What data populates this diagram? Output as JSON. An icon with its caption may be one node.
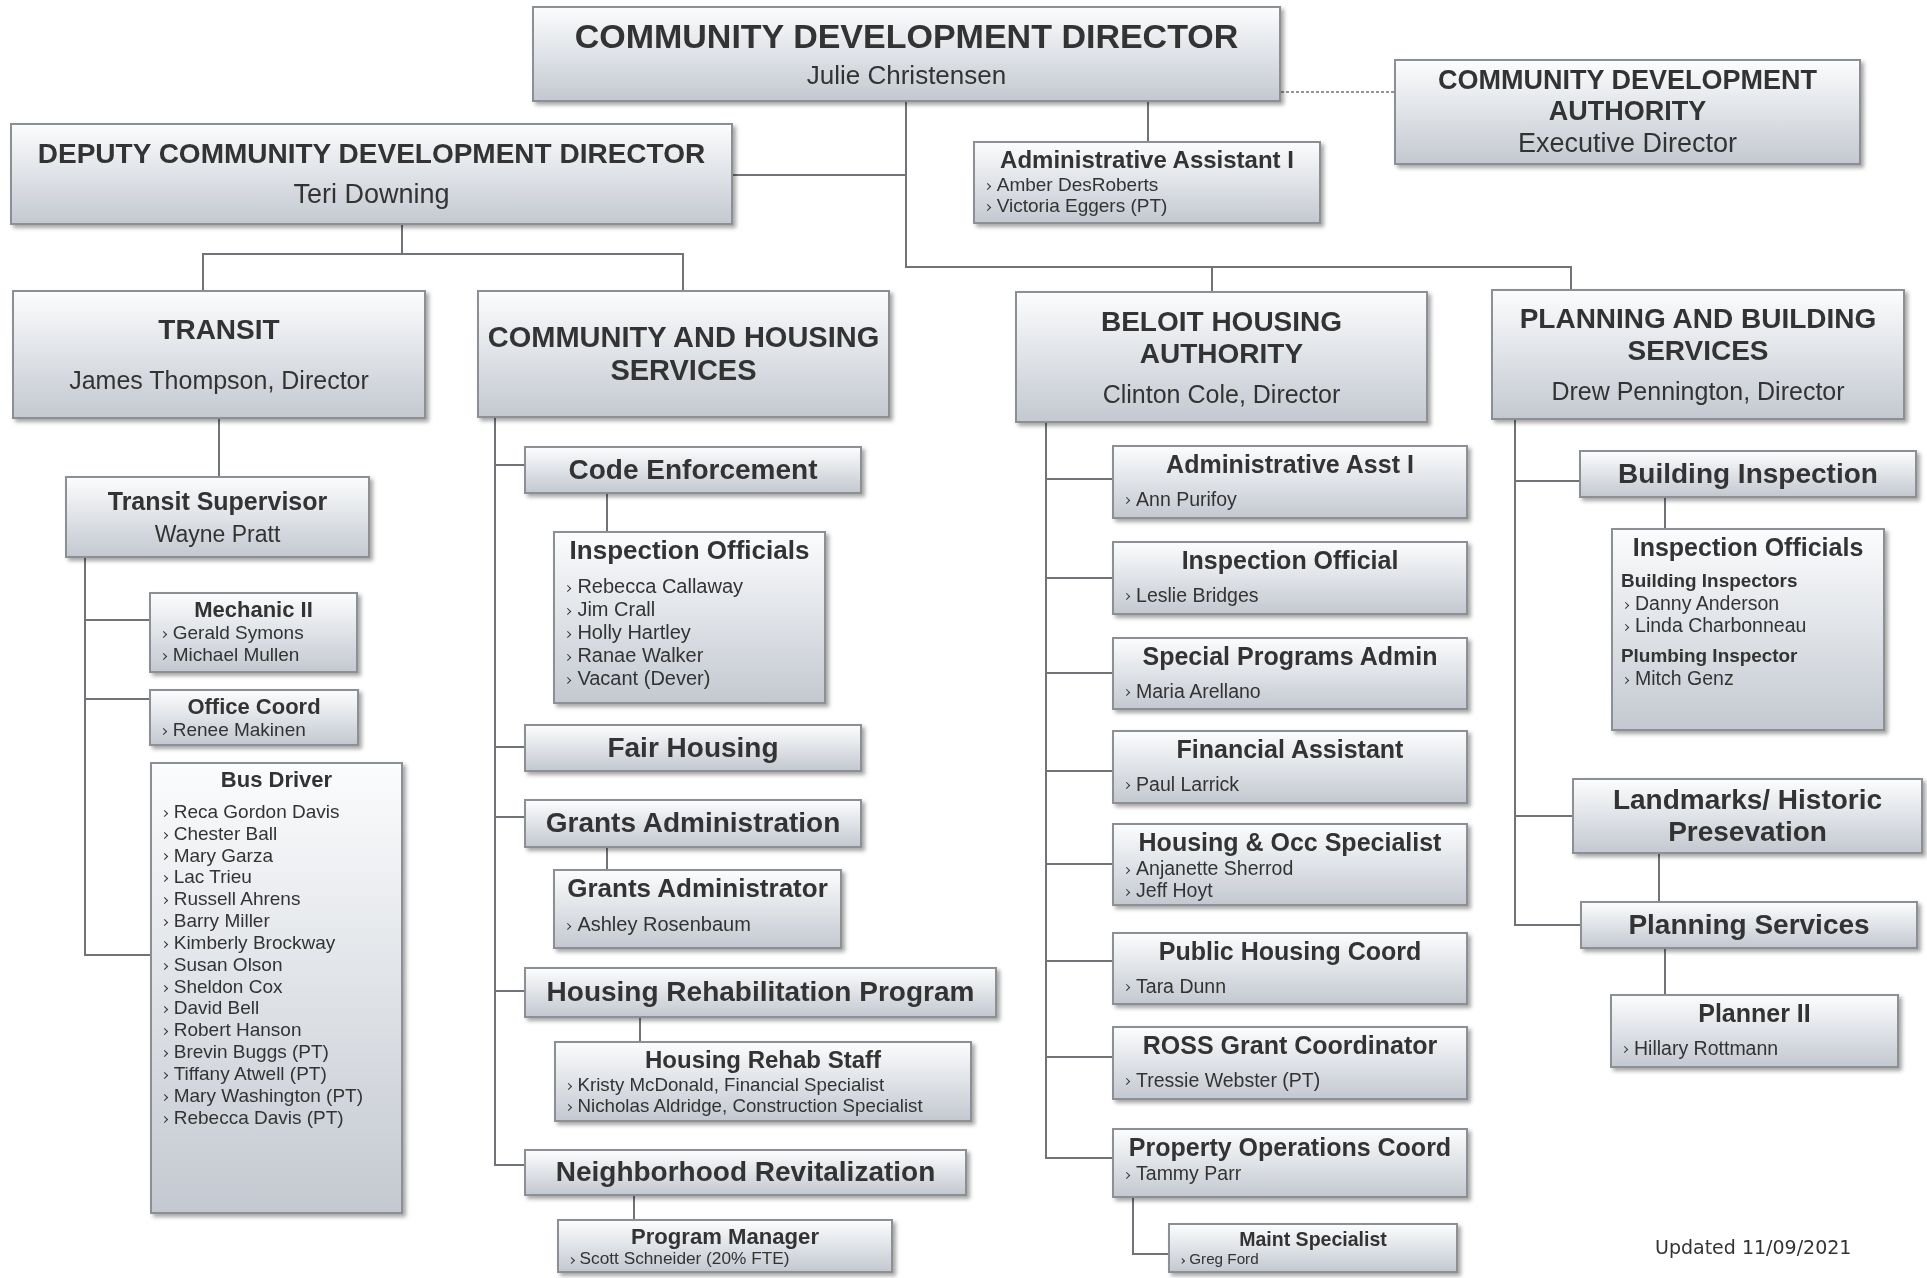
{
  "diagram": {
    "nodes": [
      {
        "text": [
          "COMMUNITY DEVELOPMENT DIRECTOR",
          "Julie Christensen"
        ]
      },
      {
        "text": [
          "COMMUNITY DEVELOPMENT AUTHORITY",
          "Executive Director"
        ]
      },
      {
        "text": [
          "DEPUTY COMMUNITY DEVELOPMENT DIRECTOR",
          "Teri Downing"
        ]
      },
      {
        "text": [
          "Administrative Assistant I",
          "Amber DesRoberts",
          "Victoria Eggers (PT)"
        ]
      },
      {
        "text": [
          "TRANSIT",
          "James Thompson, Director"
        ]
      },
      {
        "text": [
          "COMMUNITY AND HOUSING SERVICES"
        ]
      },
      {
        "text": [
          "BELOIT HOUSING AUTHORITY",
          "Clinton Cole, Director"
        ]
      },
      {
        "text": [
          "PLANNING AND BUILDING SERVICES",
          "Drew Pennington, Director"
        ]
      },
      {
        "text": [
          "Transit Supervisor",
          "Wayne Pratt"
        ]
      },
      {
        "text": [
          "Mechanic II",
          "Gerald Symons",
          "Michael Mullen"
        ]
      },
      {
        "text": [
          "Office Coord",
          "Renee Makinen"
        ]
      },
      {
        "text": [
          "Bus Driver",
          "Reca Gordon Davis",
          "Chester Ball",
          "Mary Garza",
          "Lac Trieu",
          "Russell Ahrens",
          "Barry Miller",
          "Kimberly Brockway",
          "Susan Olson",
          "Sheldon Cox",
          "David Bell",
          "Robert Hanson",
          "Brevin Buggs (PT)",
          "Tiffany Atwell (PT)",
          "Mary Washington (PT)",
          "Rebecca Davis (PT)"
        ]
      },
      {
        "text": [
          "Code Enforcement"
        ]
      },
      {
        "text": [
          "Inspection Officials",
          "Rebecca Callaway",
          "Jim Crall",
          "Holly Hartley",
          "Ranae Walker",
          "Vacant (Dever)"
        ]
      },
      {
        "text": [
          "Fair Housing"
        ]
      },
      {
        "text": [
          "Grants Administration"
        ]
      },
      {
        "text": [
          "Grants Administrator",
          "Ashley Rosenbaum"
        ]
      },
      {
        "text": [
          "Housing Rehabilitation Program"
        ]
      },
      {
        "text": [
          "Housing Rehab Staff",
          "Kristy McDonald, Financial Specialist",
          "Nicholas Aldridge, Construction Specialist"
        ]
      },
      {
        "text": [
          "Neighborhood Revitalization"
        ]
      },
      {
        "text": [
          "Program Manager",
          "Scott Schneider (20% FTE)"
        ]
      },
      {
        "text": [
          "Administrative Asst I",
          "Ann Purifoy"
        ]
      },
      {
        "text": [
          "Inspection Official",
          "Leslie Bridges"
        ]
      },
      {
        "text": [
          "Special Programs Admin",
          "Maria Arellano"
        ]
      },
      {
        "text": [
          "Financial Assistant",
          "Paul Larrick"
        ]
      },
      {
        "text": [
          "Housing & Occ Specialist",
          "Anjanette Sherrod",
          "Jeff Hoyt"
        ]
      },
      {
        "text": [
          "Public Housing Coord",
          "Tara Dunn"
        ]
      },
      {
        "text": [
          "ROSS Grant Coordinator",
          "Tressie Webster (PT)"
        ]
      },
      {
        "text": [
          "Property Operations Coord",
          "Tammy Parr"
        ]
      },
      {
        "text": [
          "Maint Specialist",
          "Greg Ford"
        ]
      },
      {
        "text": [
          "Building Inspection"
        ]
      },
      {
        "text": [
          "Inspection Officials",
          "Building Inspectors",
          "Danny Anderson",
          "Linda Charbonneau",
          "Plumbing Inspector",
          "Mitch Genz"
        ]
      },
      {
        "text": [
          "Landmarks/ Historic Presevation"
        ]
      },
      {
        "text": [
          "Planning Services"
        ]
      },
      {
        "text": [
          "Planner II",
          "Hillary Rottmann"
        ]
      }
    ],
    "edges": [
      {
        "from": 0,
        "to": 1,
        "arrow": "none",
        "style": "dashed"
      },
      {
        "from": 0,
        "to": 2,
        "arrow": "none"
      },
      {
        "from": 0,
        "to": 3,
        "arrow": "none"
      },
      {
        "from": 0,
        "to": 6,
        "arrow": "none"
      },
      {
        "from": 0,
        "to": 7,
        "arrow": "none"
      },
      {
        "from": 2,
        "to": 4,
        "arrow": "none"
      },
      {
        "from": 2,
        "to": 5,
        "arrow": "none"
      },
      {
        "from": 4,
        "to": 8,
        "arrow": "none"
      },
      {
        "from": 8,
        "to": 9,
        "arrow": "none"
      },
      {
        "from": 8,
        "to": 10,
        "arrow": "none"
      },
      {
        "from": 8,
        "to": 11,
        "arrow": "none"
      },
      {
        "from": 5,
        "to": 12,
        "arrow": "none"
      },
      {
        "from": 5,
        "to": 14,
        "arrow": "none"
      },
      {
        "from": 5,
        "to": 15,
        "arrow": "none"
      },
      {
        "from": 5,
        "to": 17,
        "arrow": "none"
      },
      {
        "from": 5,
        "to": 19,
        "arrow": "none"
      },
      {
        "from": 12,
        "to": 13,
        "arrow": "none"
      },
      {
        "from": 15,
        "to": 16,
        "arrow": "none"
      },
      {
        "from": 17,
        "to": 18,
        "arrow": "none"
      },
      {
        "from": 19,
        "to": 20,
        "arrow": "none"
      },
      {
        "from": 6,
        "to": 21,
        "arrow": "none"
      },
      {
        "from": 6,
        "to": 22,
        "arrow": "none"
      },
      {
        "from": 6,
        "to": 23,
        "arrow": "none"
      },
      {
        "from": 6,
        "to": 24,
        "arrow": "none"
      },
      {
        "from": 6,
        "to": 25,
        "arrow": "none"
      },
      {
        "from": 6,
        "to": 26,
        "arrow": "none"
      },
      {
        "from": 6,
        "to": 27,
        "arrow": "none"
      },
      {
        "from": 6,
        "to": 28,
        "arrow": "none"
      },
      {
        "from": 28,
        "to": 29,
        "arrow": "none"
      },
      {
        "from": 7,
        "to": 30,
        "arrow": "none"
      },
      {
        "from": 7,
        "to": 32,
        "arrow": "none"
      },
      {
        "from": 7,
        "to": 33,
        "arrow": "none"
      },
      {
        "from": 30,
        "to": 31,
        "arrow": "none"
      },
      {
        "from": 32,
        "to": 33,
        "arrow": "none"
      },
      {
        "from": 33,
        "to": 34,
        "arrow": "none"
      }
    ],
    "labels": [
      "Updated 11/09/2021"
    ]
  }
}
